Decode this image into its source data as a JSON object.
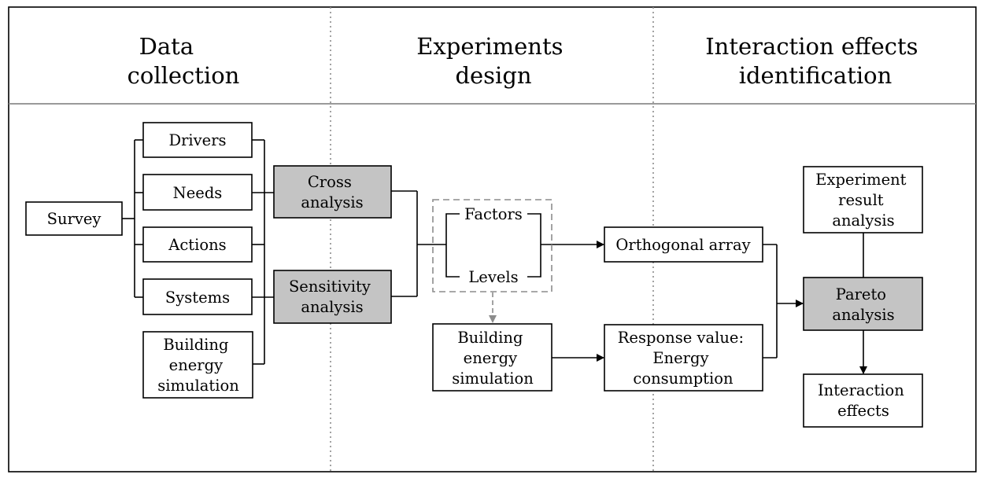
{
  "headers": {
    "data_collection": [
      "Data",
      "collection"
    ],
    "experiments_design": [
      "Experiments",
      "design"
    ],
    "interaction_identification": [
      "Interaction effects",
      "identification"
    ]
  },
  "nodes": {
    "survey": [
      "Survey"
    ],
    "drivers": [
      "Drivers"
    ],
    "needs": [
      "Needs"
    ],
    "actions": [
      "Actions"
    ],
    "systems": [
      "Systems"
    ],
    "building_sim_left": [
      "Building",
      "energy",
      "simulation"
    ],
    "cross_analysis": [
      "Cross",
      "analysis"
    ],
    "sensitivity_analysis": [
      "Sensitivity",
      "analysis"
    ],
    "factors": [
      "Factors"
    ],
    "levels": [
      "Levels"
    ],
    "building_sim_mid": [
      "Building",
      "energy",
      "simulation"
    ],
    "orthogonal_array": [
      "Orthogonal array"
    ],
    "response_value": [
      "Response value:",
      "Energy",
      "consumption"
    ],
    "experiment_result": [
      "Experiment",
      "result",
      "analysis"
    ],
    "pareto": [
      "Pareto",
      "analysis"
    ],
    "interaction_effects": [
      "Interaction",
      "effects"
    ]
  }
}
